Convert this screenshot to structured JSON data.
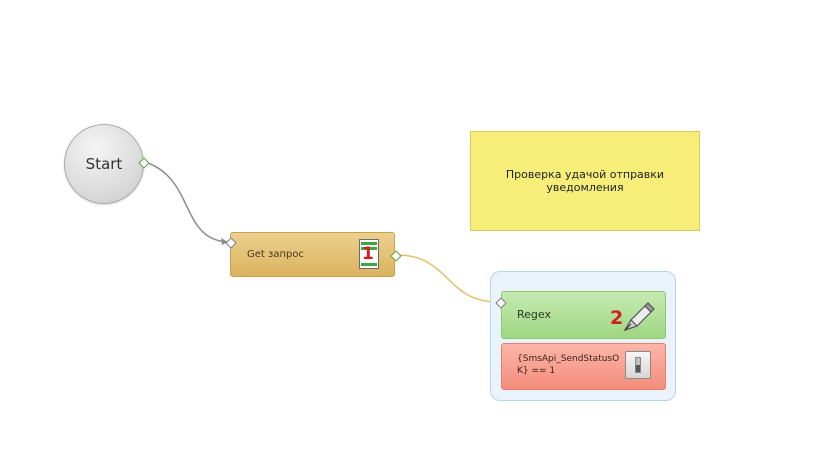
{
  "start": {
    "label": "Start"
  },
  "get_request": {
    "label": "Get запрос",
    "badge": "1",
    "icon": "document-icon"
  },
  "note": {
    "text": "Проверка удачой отправки уведомления"
  },
  "regex": {
    "label": "Regex",
    "badge": "2",
    "icon": "pen-icon"
  },
  "condition": {
    "label": "{SmsApi_SendStatusOK} == 1",
    "icon": "switch-icon"
  },
  "colors": {
    "start_fill": "#dcdcdc",
    "get_fill": "#dbb35f",
    "note_fill": "#f7ee7a",
    "group_fill": "#eaf3fb",
    "regex_fill": "#9fd784",
    "condition_fill": "#f58d7c",
    "badge": "#d21f1f",
    "connector_gray": "#8c8c8c",
    "connector_gold": "#e3bf6b"
  }
}
